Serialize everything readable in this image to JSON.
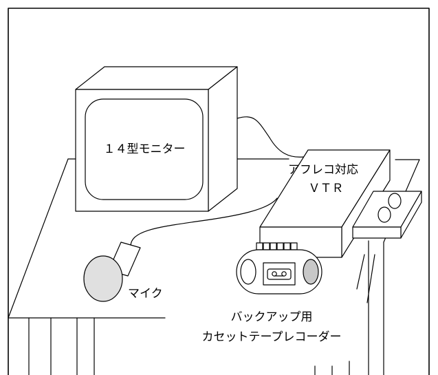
{
  "labels": {
    "monitor": "１４型モニター",
    "vtr_line1": "アフレコ対応",
    "vtr_line2": "ＶＴＲ",
    "mic": "マイク",
    "recorder_line1": "バックアップ用",
    "recorder_line2": "カセットテープレコーダー"
  },
  "colors": {
    "line": "#000000",
    "mic_head": "#e0e0e0",
    "speaker_fill": "#c8c8c8",
    "background": "#ffffff"
  }
}
